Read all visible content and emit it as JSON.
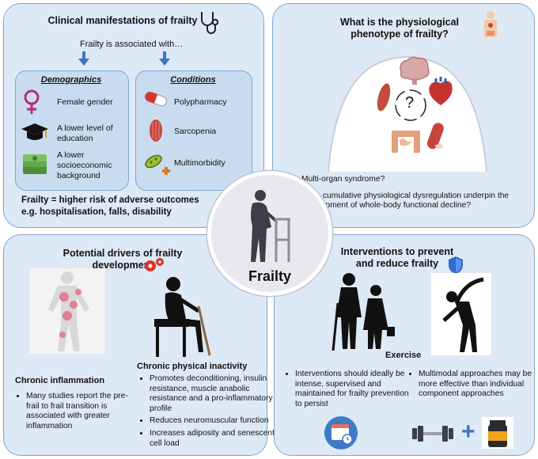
{
  "panel_tl": {
    "title": "Clinical manifestations of frailty",
    "subtitle": "Frailty is associated with…",
    "demographics": {
      "header": "Demographics",
      "items": [
        "Female gender",
        "A lower level of education",
        "A lower socioeconomic background"
      ]
    },
    "conditions": {
      "header": "Conditions",
      "items": [
        "Polypharmacy",
        "Sarcopenia",
        "Multimorbidity"
      ]
    },
    "outcome_line1": "Frailty = higher risk of adverse outcomes",
    "outcome_line2": "e.g. hospitalisation, falls, disability"
  },
  "panel_tr": {
    "title": "What is the physiological phenotype of frailty?",
    "question_mark": "?",
    "bullets": [
      "Multi-organ syndrome?",
      "Does cumulative physiological dysregulation underpin the development of whole-body functional decline?"
    ]
  },
  "panel_bl": {
    "title": "Potential drivers of frailty development",
    "inflammation_title": "Chronic inflammation",
    "inflammation_bullets": [
      "Many studies report the pre-frail to frail transition is associated with greater inflammation"
    ],
    "inactivity_title": "Chronic physical inactivity",
    "inactivity_bullets": [
      "Promotes deconditioning, insulin resistance, muscle anabolic resistance and a pro-inflammatory profile",
      "Reduces neuromuscular function",
      "Increases adiposity and senescent cell load"
    ]
  },
  "panel_br": {
    "title": "Interventions to prevent and reduce frailty",
    "exercise_label": "Exercise",
    "bullets_left": [
      "Interventions should ideally be intense, supervised and maintained for frailty prevention to persist"
    ],
    "bullets_right": [
      "Multimodal approaches may be more effective than individual component approaches"
    ],
    "plus": "+"
  },
  "center": {
    "label": "Frailty"
  },
  "icons": {
    "stethoscope": "stethoscope-icon",
    "body_organs": "organs-icon",
    "gears": "gears-icon",
    "shield": "shield-icon",
    "calendar": "calendar-icon",
    "dumbbell": "dumbbell-icon",
    "supplement": "supplement-jar-icon"
  },
  "colors": {
    "panel_fill": "#dde9f5",
    "panel_border": "#7fa6cf",
    "arrow": "#3f74c4",
    "female": "#b5306a"
  }
}
